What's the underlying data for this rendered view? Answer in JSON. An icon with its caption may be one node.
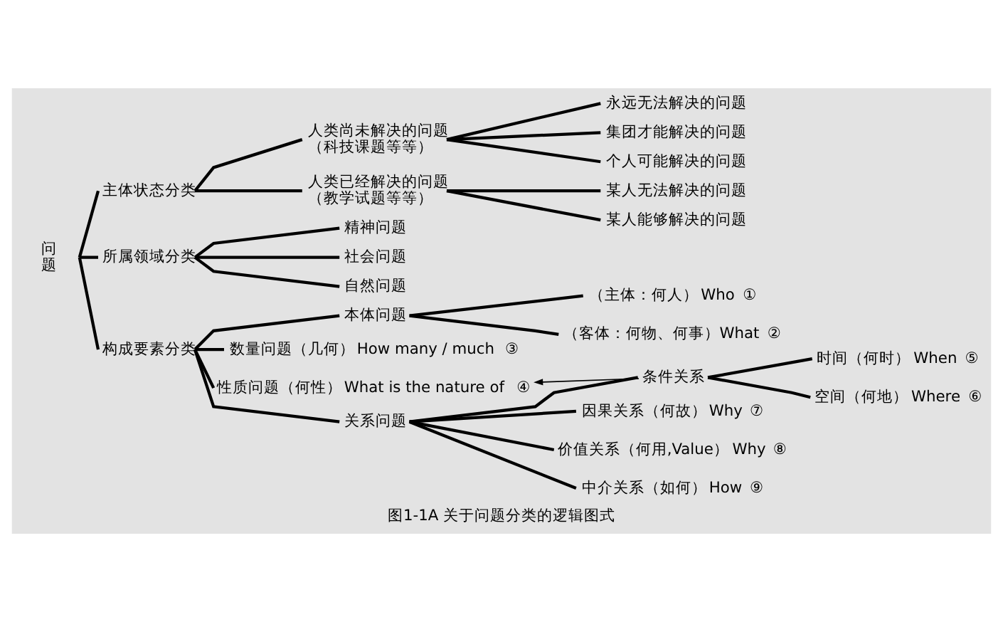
{
  "diagram": {
    "caption": "图1-1A 关于问题分类的逻辑图式",
    "nodes": [
      {
        "text": [
          "问题"
        ]
      },
      {
        "text": [
          "主体状态分类"
        ]
      },
      {
        "text": [
          "人类尚未解决的问题（科技课题等等）"
        ]
      },
      {
        "text": [
          "永远无法解决的问题"
        ]
      },
      {
        "text": [
          "集团才能解决的问题"
        ]
      },
      {
        "text": [
          "个人可能解决的问题"
        ]
      },
      {
        "text": [
          "人类已经解决的问题（教学试题等等）"
        ]
      },
      {
        "text": [
          "某人无法解决的问题"
        ]
      },
      {
        "text": [
          "某人能够解决的问题"
        ]
      },
      {
        "text": [
          "所属领域分类"
        ]
      },
      {
        "text": [
          "精神问题"
        ]
      },
      {
        "text": [
          "社会问题"
        ]
      },
      {
        "text": [
          "自然问题"
        ]
      },
      {
        "text": [
          "构成要素分类"
        ]
      },
      {
        "text": [
          "本体问题"
        ]
      },
      {
        "text": [
          "（主体：何人）"
        ],
        "beside": [
          "Who",
          "①"
        ]
      },
      {
        "text": [
          "（客体：何物、何事）"
        ],
        "beside": [
          "What",
          "②"
        ]
      },
      {
        "text": [
          "数量问题（几何）"
        ],
        "beside": [
          "How many / much",
          "③"
        ]
      },
      {
        "text": [
          "性质问题（何性）"
        ],
        "beside": [
          "What is the nature of",
          "④"
        ]
      },
      {
        "text": [
          "关系问题"
        ]
      },
      {
        "text": [
          "条件关系"
        ]
      },
      {
        "text": [
          "时间（何时）"
        ],
        "beside": [
          "When",
          "⑤"
        ]
      },
      {
        "text": [
          "空间（何地）"
        ],
        "beside": [
          "Where",
          "⑥"
        ]
      },
      {
        "text": [
          "因果关系（何故）"
        ],
        "beside": [
          "Why",
          "⑦"
        ]
      },
      {
        "text": [
          "价值关系（何用,Value）"
        ],
        "beside": [
          "Why",
          "⑧"
        ]
      },
      {
        "text": [
          "中介关系（如何）"
        ],
        "beside": [
          "How",
          "⑨"
        ]
      }
    ],
    "edges": [
      {
        "from": 0,
        "to": 1,
        "arrow": "none"
      },
      {
        "from": 0,
        "to": 9,
        "arrow": "none"
      },
      {
        "from": 0,
        "to": 13,
        "arrow": "none"
      },
      {
        "from": 1,
        "to": 2,
        "arrow": "none"
      },
      {
        "from": 1,
        "to": 6,
        "arrow": "none"
      },
      {
        "from": 2,
        "to": 3,
        "arrow": "none"
      },
      {
        "from": 2,
        "to": 4,
        "arrow": "none"
      },
      {
        "from": 2,
        "to": 5,
        "arrow": "none"
      },
      {
        "from": 6,
        "to": 7,
        "arrow": "none"
      },
      {
        "from": 6,
        "to": 8,
        "arrow": "none"
      },
      {
        "from": 9,
        "to": 10,
        "arrow": "none"
      },
      {
        "from": 9,
        "to": 11,
        "arrow": "none"
      },
      {
        "from": 9,
        "to": 12,
        "arrow": "none"
      },
      {
        "from": 13,
        "to": 14,
        "arrow": "none"
      },
      {
        "from": 13,
        "to": 17,
        "arrow": "none"
      },
      {
        "from": 13,
        "to": 18,
        "arrow": "none"
      },
      {
        "from": 13,
        "to": 19,
        "arrow": "none"
      },
      {
        "from": 14,
        "to": 15,
        "arrow": "none"
      },
      {
        "from": 14,
        "to": 16,
        "arrow": "none"
      },
      {
        "from": 19,
        "to": 20,
        "arrow": "none"
      },
      {
        "from": 19,
        "to": 23,
        "arrow": "none"
      },
      {
        "from": 19,
        "to": 24,
        "arrow": "none"
      },
      {
        "from": 19,
        "to": 25,
        "arrow": "none"
      },
      {
        "from": 20,
        "to": 21,
        "arrow": "none"
      },
      {
        "from": 20,
        "to": 22,
        "arrow": "none"
      },
      {
        "from": 20,
        "to": 18,
        "arrow": "to"
      }
    ]
  }
}
